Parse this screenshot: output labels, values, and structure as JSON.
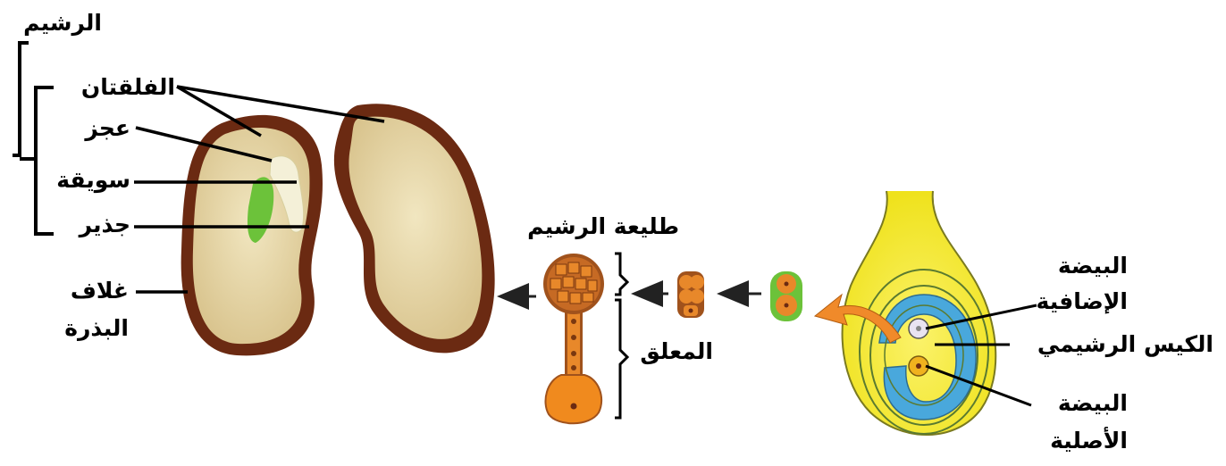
{
  "labels": {
    "embryo": "الرشيم",
    "cotyledons": "الفلقتان",
    "plumule": "عجز",
    "hypocotyl": "سويقة",
    "radicle": "جذير",
    "seed_coat_line1": "غلاف",
    "seed_coat_line2": "البذرة",
    "proembryo": "طليعة الرشيم",
    "suspensor": "المعلق",
    "secondary_ovule_line1": "البيضة",
    "secondary_ovule_line2": "الإضافية",
    "embryo_sac": "الكيس الرشيمي",
    "primary_ovule_line1": "البيضة",
    "primary_ovule_line2": "الأصلية"
  },
  "colors": {
    "seed_coat": "#6b2a12",
    "cotyledon_fill": "#e9dcae",
    "embryo_green": "#6cc23a",
    "ovule_yellow": "#f4e62a",
    "sac_blue": "#49a8dc",
    "proembryo_orange": "#e8882a",
    "proembryo_brown": "#a0521c",
    "arrow_orange": "#f08a2a"
  }
}
